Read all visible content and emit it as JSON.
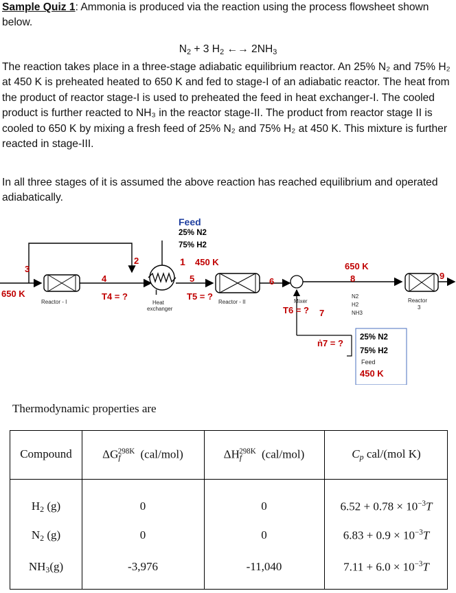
{
  "quiz": {
    "title": "Sample Quiz 1",
    "intro_text": ": Ammonia is produced via the reaction using the process flowsheet shown below."
  },
  "reaction": {
    "lhs_n2": "N",
    "lhs_n2_sub": "2",
    "plus3": " + 3 H",
    "h2_sub": "2",
    "arrow": " ←→ ",
    "rhs": "2NH",
    "nh3_sub": "3"
  },
  "paragraph1": "The reaction takes place in a three-stage adiabatic equilibrium reactor.  An 25% N₂ and 75% H₂ at 450 K is preheated heated to 650 K and fed to stage-I of an adiabatic reactor. The heat from the product of reactor stage-I is used to preheated the feed in heat exchanger-I. The cooled product is further reacted to NH₃ in the reactor stage-II.  The product from reactor stage II is cooled to 650 K by mixing a fresh feed of 25% N₂ and 75% H₂ at 450 K. This mixture is further reacted in stage-III.",
  "paragraph2": "In all three stages of it is assumed the above reaction has reached equilibrium and operated adiabatically.",
  "flowsheet": {
    "feed_top": {
      "title": "Feed",
      "n2": "25% N2",
      "h2": "75% H2",
      "temp": "450 K"
    },
    "feed_bottom": {
      "n2": "25% N2",
      "h2": "75% H2",
      "title": "Feed",
      "temp": "450 K"
    },
    "stream_labels": [
      "1",
      "2",
      "3",
      "4",
      "5",
      "6",
      "7",
      "8",
      "9"
    ],
    "inlet_temp": "650 K",
    "mix_temp": "650 K",
    "t4": "T4 = ?",
    "t5": "T5 = ?",
    "t6": "T6 = ?",
    "n7": "ṅ7 = ?",
    "reactor1": "Reactor - I",
    "reactor2": "Reactor - II",
    "reactor3_a": "Reactor",
    "reactor3_b": "3",
    "hx_a": "Heat",
    "hx_b": "exchanger",
    "hx_symbol": "I",
    "mixer": "Mixer",
    "mix_species": [
      "N2",
      "H2",
      "NH3"
    ]
  },
  "thermo_caption": "Thermodynamic properties are",
  "table": {
    "headers": [
      "Compound",
      "ΔG_f^298K (cal/mol)",
      "ΔH_f^298K (cal/mol)",
      "C_p cal/(mol K)"
    ],
    "header_parts": {
      "g_pre": "ΔG",
      "g_sub": "f",
      "g_sup": "298K",
      "g_post": " (cal/mol)",
      "h_pre": "ΔH",
      "h_sub": "f",
      "h_sup": "298K",
      "h_post": " (cal/mol)",
      "cp_pre": "C",
      "cp_sub": "p",
      "cp_post": " cal/(mol K)"
    },
    "rows": [
      {
        "compound": "H",
        "sub": "2",
        "phase": " (g)",
        "dg": "0",
        "dh": "0",
        "cp_a": "6.52 + 0.78 × 10",
        "cp_exp": "−3",
        "cp_t": "T"
      },
      {
        "compound": "N",
        "sub": "2",
        "phase": " (g)",
        "dg": "0",
        "dh": "0",
        "cp_a": "6.83 + 0.9 × 10",
        "cp_exp": "−3",
        "cp_t": "T"
      },
      {
        "compound": "NH",
        "sub": "3",
        "phase": "(g)",
        "dg": "-3,976",
        "dh": "-11,040",
        "cp_a": "7.11 + 6.0 × 10",
        "cp_exp": "−3",
        "cp_t": "T"
      }
    ]
  }
}
